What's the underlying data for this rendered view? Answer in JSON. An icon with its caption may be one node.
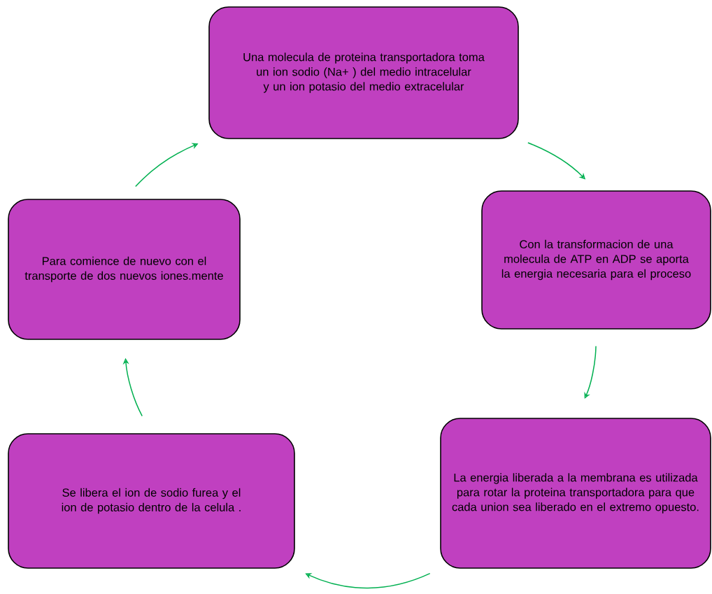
{
  "diagram": {
    "nodes": [
      {
        "text": [
          "Una molecula de proteina transportadora toma un ion sodio (Na+ ) del medio intracelular y un ion potasio del medio extracelular"
        ]
      },
      {
        "text": [
          "Con la transformacion de una molecula de ATP en ADP se aporta la energia necesaria para el proceso"
        ]
      },
      {
        "text": [
          "La energia liberada a la membrana es utilizada para rotar la proteina transportadora para que cada union sea liberado en el extremo opuesto."
        ]
      },
      {
        "text": [
          "Se libera el ion de sodio furea y el ion de potasio dentro de la celula ."
        ]
      },
      {
        "text": [
          "Para comience de nuevo con el transporte de dos nuevos iones.mente"
        ]
      }
    ],
    "edges": [
      {
        "from": 0,
        "to": 1,
        "arrow": "to"
      },
      {
        "from": 1,
        "to": 2,
        "arrow": "to"
      },
      {
        "from": 2,
        "to": 3,
        "arrow": "to"
      },
      {
        "from": 3,
        "to": 4,
        "arrow": "to"
      },
      {
        "from": 4,
        "to": 0,
        "arrow": "to"
      }
    ]
  }
}
